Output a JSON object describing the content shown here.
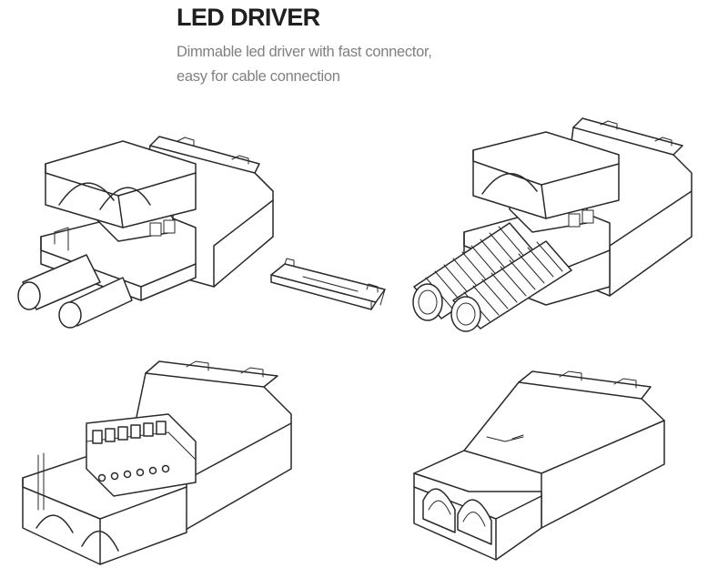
{
  "header": {
    "title": "LED DRIVER",
    "subtitle_line1": "Dimmable led driver with fast connector,",
    "subtitle_line2": "easy for cable connection"
  },
  "colors": {
    "title": "#1f1f1f",
    "subtitle": "#808080",
    "line_art": "#2a2a2a",
    "background": "#ffffff"
  },
  "illustrations": [
    "driver-open-with-cables-icon",
    "cover-clip-icon",
    "driver-with-corrugated-hoses-icon",
    "driver-terminal-block-open-icon",
    "driver-closed-icon"
  ]
}
